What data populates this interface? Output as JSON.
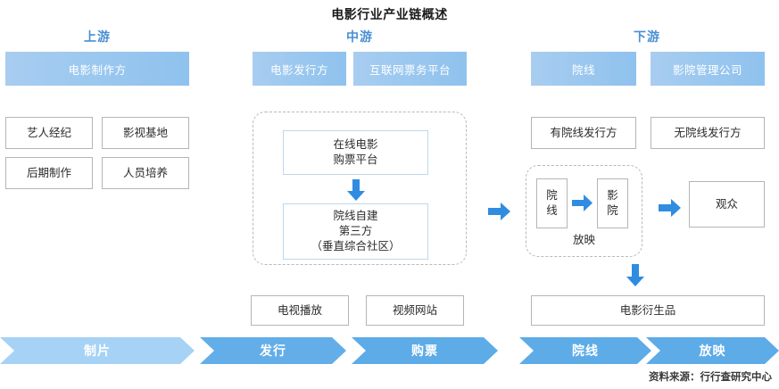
{
  "title": "电影行业产业链概述",
  "source": "资料来源：行行查研究中心",
  "colors": {
    "header_text": "#4a8fd4",
    "blue_bar_light": "#a8cdf0",
    "blue_bar_dark": "#8fc2ee",
    "chevron_light": "#a6d2f5",
    "chevron_mid": "#7ab7ea",
    "chevron_dark": "#63aee8",
    "arrow_blue": "#2f8ce0",
    "box_border": "#b5b5b5",
    "dashed_border": "#b9b9b9"
  },
  "sections": {
    "upstream": {
      "header": "上游",
      "main_bar": "电影制作方",
      "boxes": [
        "艺人经纪",
        "影视基地",
        "后期制作",
        "人员培养"
      ]
    },
    "midstream": {
      "header": "中游",
      "main_bars": [
        "电影发行方",
        "互联网票务平台"
      ],
      "group": {
        "top_box": "在线电影\n购票平台",
        "top_box_line1": "在线电影",
        "top_box_line2": "购票平台",
        "bottom_box_line1": "院线自建",
        "bottom_box_line2": "第三方",
        "bottom_box_line3": "（垂直综合社区）"
      },
      "bottom_boxes": [
        "电视播放",
        "视频网站"
      ]
    },
    "downstream": {
      "header": "下游",
      "main_bars": [
        "院线",
        "影院管理公司"
      ],
      "distributor_boxes": [
        "有院线发行方",
        "无院线发行方"
      ],
      "screening_group": {
        "label": "放映",
        "box1_line1": "院",
        "box1_line2": "线",
        "box2_line1": "影",
        "box2_line2": "院"
      },
      "audience_box": "观众",
      "derivative_box": "电影衍生品"
    }
  },
  "ribbon": {
    "steps": [
      {
        "label": "制片",
        "color": "#a6d2f5"
      },
      {
        "label": "发行",
        "color": "#63aee8"
      },
      {
        "label": "购票",
        "color": "#5dabe7"
      },
      {
        "label": "院线",
        "color": "#5dabe7"
      },
      {
        "label": "放映",
        "color": "#5dabe7"
      }
    ]
  },
  "icons": {
    "arrow_right": "arrow-right-icon",
    "arrow_down": "arrow-down-icon"
  }
}
